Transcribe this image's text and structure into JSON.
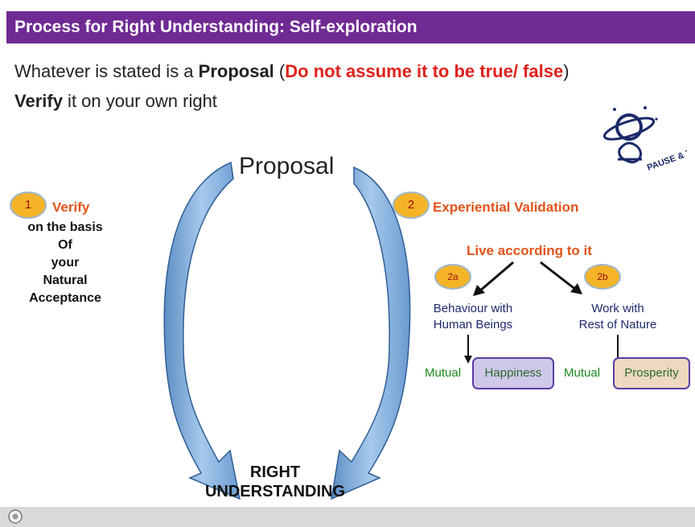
{
  "title": "Process for Right Understanding: Self-exploration",
  "intro": {
    "line1_pre": "Whatever is stated is a ",
    "line1_bold": "Proposal",
    "line1_paren_open": " (",
    "line1_red": "Do not assume it to be true/ false",
    "line1_paren_close": ")",
    "line2_bold": "Verify",
    "line2_rest": " it on your own right"
  },
  "logo": {
    "text": "PAUSE & THINK"
  },
  "diagram": {
    "top_label": "Proposal",
    "bottom_label_line1": "RIGHT",
    "bottom_label_line2": "UNDERSTANDING",
    "left": {
      "badge": "1",
      "heading": "Verify",
      "lines": [
        "on the basis",
        "Of",
        "your",
        "Natural",
        "Acceptance"
      ]
    },
    "right": {
      "badge": "2",
      "heading": "Experiential Validation",
      "live": "Live according to it",
      "branch_a": {
        "badge": "2a",
        "line1": "Behaviour with",
        "line2": "Human Beings",
        "mutual": "Mutual",
        "outcome": "Happiness"
      },
      "branch_b": {
        "badge": "2b",
        "line1": "Work with",
        "line2": "Rest of Nature",
        "mutual": "Mutual",
        "outcome": "Prosperity"
      }
    }
  },
  "colors": {
    "title_bar": "#6f2a93",
    "emphasis_red": "#e0201b",
    "heading_orange": "#e2531a",
    "badge_fill": "#f5b428",
    "happiness_box": "#cfc8ea",
    "prosperity_box": "#eed9c0",
    "mutual_green": "#1b8a1b",
    "arrow_blue": "#7aa9d6"
  }
}
